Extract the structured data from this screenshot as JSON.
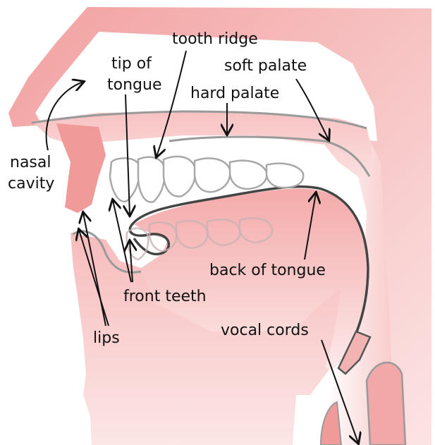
{
  "labels": {
    "tooth_ridge": "tooth ridge",
    "tip_of": "tip of",
    "tongue": "tongue",
    "soft_palate": "soft palate",
    "hard_palate": "hard palate",
    "nasal": "nasal",
    "cavity": "cavity",
    "back_of_tongue": "back of tongue",
    "front_teeth": "front teeth",
    "lips": "lips",
    "vocal_cords": "vocal cords"
  },
  "colors": {
    "tissue_pink": "#f2a5a5",
    "tissue_light": "#fbe3e3",
    "outline_gray": "#9a9a9a",
    "tongue_outline": "#444444",
    "label_text": "#111111"
  }
}
